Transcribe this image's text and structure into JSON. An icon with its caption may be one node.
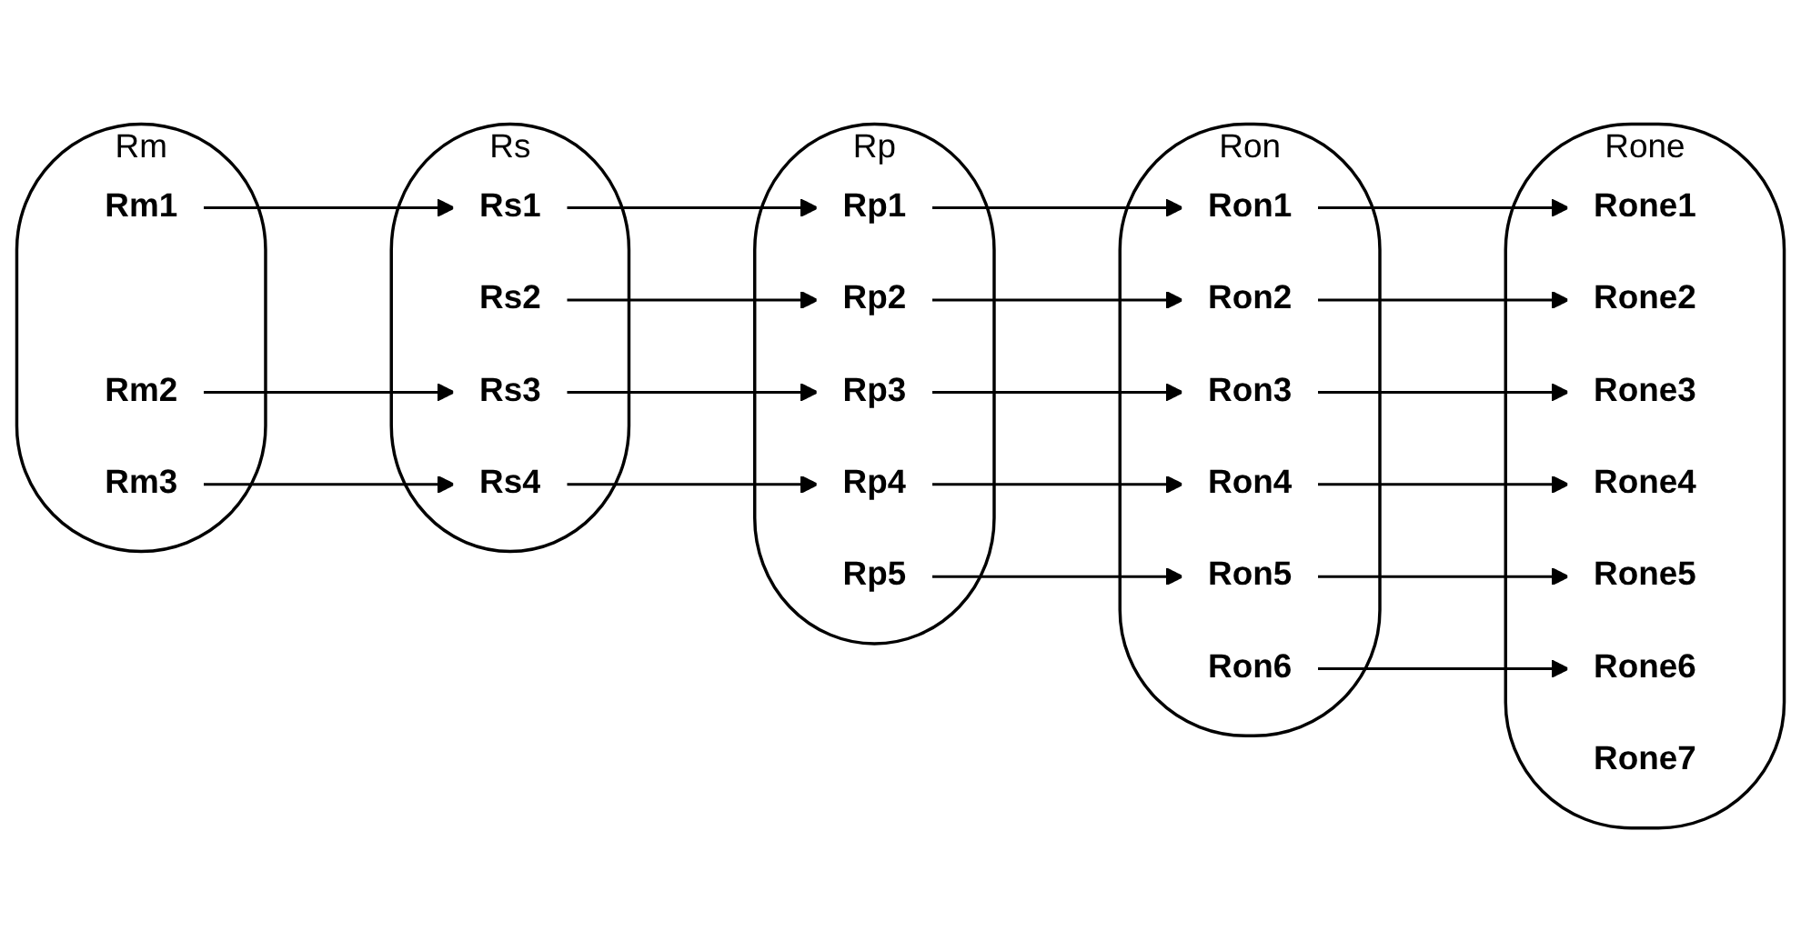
{
  "diagram": {
    "nodes": [
      {
        "text": [
          "Rm"
        ]
      },
      {
        "text": [
          "Rm1"
        ],
        "in": 0
      },
      {
        "text": [
          "Rm2"
        ],
        "in": 0
      },
      {
        "text": [
          "Rm3"
        ],
        "in": 0
      },
      {
        "text": [
          "Rs"
        ]
      },
      {
        "text": [
          "Rs1"
        ],
        "in": 4
      },
      {
        "text": [
          "Rs2"
        ],
        "in": 4
      },
      {
        "text": [
          "Rs3"
        ],
        "in": 4
      },
      {
        "text": [
          "Rs4"
        ],
        "in": 4
      },
      {
        "text": [
          "Rp"
        ]
      },
      {
        "text": [
          "Rp1"
        ],
        "in": 9
      },
      {
        "text": [
          "Rp2"
        ],
        "in": 9
      },
      {
        "text": [
          "Rp3"
        ],
        "in": 9
      },
      {
        "text": [
          "Rp4"
        ],
        "in": 9
      },
      {
        "text": [
          "Rp5"
        ],
        "in": 9
      },
      {
        "text": [
          "Ron"
        ]
      },
      {
        "text": [
          "Ron1"
        ],
        "in": 15
      },
      {
        "text": [
          "Ron2"
        ],
        "in": 15
      },
      {
        "text": [
          "Ron3"
        ],
        "in": 15
      },
      {
        "text": [
          "Ron4"
        ],
        "in": 15
      },
      {
        "text": [
          "Ron5"
        ],
        "in": 15
      },
      {
        "text": [
          "Ron6"
        ],
        "in": 15
      },
      {
        "text": [
          "Rone"
        ]
      },
      {
        "text": [
          "Rone1"
        ],
        "in": 22
      },
      {
        "text": [
          "Rone2"
        ],
        "in": 22
      },
      {
        "text": [
          "Rone3"
        ],
        "in": 22
      },
      {
        "text": [
          "Rone4"
        ],
        "in": 22
      },
      {
        "text": [
          "Rone5"
        ],
        "in": 22
      },
      {
        "text": [
          "Rone6"
        ],
        "in": 22
      },
      {
        "text": [
          "Rone7"
        ],
        "in": 22
      }
    ],
    "edges": [
      {
        "from": 1,
        "to": 5,
        "arrow": "to"
      },
      {
        "from": 2,
        "to": 7,
        "arrow": "to"
      },
      {
        "from": 3,
        "to": 8,
        "arrow": "to"
      },
      {
        "from": 5,
        "to": 10,
        "arrow": "to"
      },
      {
        "from": 6,
        "to": 11,
        "arrow": "to"
      },
      {
        "from": 7,
        "to": 12,
        "arrow": "to"
      },
      {
        "from": 8,
        "to": 13,
        "arrow": "to"
      },
      {
        "from": 10,
        "to": 16,
        "arrow": "to"
      },
      {
        "from": 11,
        "to": 17,
        "arrow": "to"
      },
      {
        "from": 12,
        "to": 18,
        "arrow": "to"
      },
      {
        "from": 13,
        "to": 19,
        "arrow": "to"
      },
      {
        "from": 14,
        "to": 20,
        "arrow": "to"
      },
      {
        "from": 16,
        "to": 23,
        "arrow": "to"
      },
      {
        "from": 17,
        "to": 24,
        "arrow": "to"
      },
      {
        "from": 18,
        "to": 25,
        "arrow": "to"
      },
      {
        "from": 19,
        "to": 26,
        "arrow": "to"
      },
      {
        "from": 20,
        "to": 27,
        "arrow": "to"
      },
      {
        "from": 21,
        "to": 28,
        "arrow": "to"
      }
    ]
  }
}
